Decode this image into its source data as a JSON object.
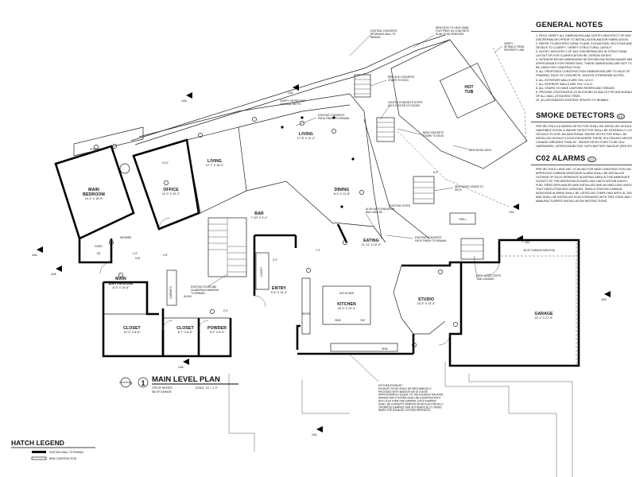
{
  "title_block": {
    "plan_title": "MAIN LEVEL PLAN",
    "plan_number": "1",
    "north_label": "N",
    "heated": "2793 SF HEATED",
    "garage_sf": "561 SF GARAGE",
    "scale": "SCALE: 1/4\" = 1'-0\""
  },
  "hatch_legend": {
    "title": "HATCH LEGEND",
    "existing": "EXISTING WALL TO REMAIN",
    "new": "NEW CONSTRUCTION"
  },
  "general_notes": {
    "title": "GENERAL NOTES",
    "items": [
      "1. FIELD VERIFY ALL DIMENSIONS AND NOTIFY ARCHITECT OF ANY",
      "   DISCREPANCIES PRIOR TO INSTALLATION AND/OR FABRICATION.",
      "2. REFER TO ARCHITECTURAL PLANS, ELEVATIONS, SECTIONS AND",
      "   DETAILS TO CLARIFY / VERIFY STRUCTURAL LAYOUT.",
      "3. NOTIFY ARCHITECT OF ANY DISCREPANCIES IN STRUCTURAL",
      "   LAYOUT OR FOR CLARIFICATION RE: DESIGN INTENT.",
      "4. INTERIOR ROOM DIMENSIONS NOTED BELOW ROOM NAMES ARE",
      "   APPROXIMATE FOR PERMITTING. THESE DIMENSIONS ARE NOT TO",
      "   BE USED FOR CONSTRUCTION.",
      "5. ALL PROPOSED CONSTRUCTION DIMENSIONS ARE TO FACE OF",
      "   FRAMING, FACE OF CONCRETE, UNLESS OTHERWISE NOTED.",
      "6. ALL EXTERIOR WALLS ARE 2X6, U.N.O.",
      "7. ALL INTERIOR WALLS ARE 2X4, U.N.O.",
      "8. ALL STAIRS TO HAVE UNIFORM RISERS AND TREADS.",
      "9. PROVIDE CONTINUOUS 2X BLOCKING IN WALLS FOR ANCHORAGE",
      "   OF ALL WALL ATTACHED ITEMS.",
      "10. (E) DESIGNATES EXISTING SPACES TO REMAIN."
    ]
  },
  "smoke_detectors": {
    "title": "SMOKE DETECTORS",
    "symbol": "SD",
    "lines": [
      "PER IRC R314.3 A SMOKE DETECTOR SHALL BE INSTALLED IN EACH",
      "HABITABLE ROOM. A SMOKE DETECTOR SHALL BE CENTRALLY LOCA",
      "ON EACH FLOOR. AN ADDITIONAL SMOKE DETECTOR SHALL BE",
      "INSTALLED IN EACH LOCATION WHERE THERE IS A CEILING HEIGHT",
      "CHANGE GREATER THAN 24\". SMOKE DETECTORS TO BE 110v",
      "HARDWIRED, INTERCONNECTED, WITH BATTERY BACKUP (PER IRC R3"
    ]
  },
  "co2_alarms": {
    "title": "C02 ALARMS",
    "symbol": "CO",
    "lines": [
      "PER IRC R315.1 AND 'IMC' 07-50-062 FOR NEW CONSTRUCTION: AN",
      "APPROVED CARBON MONOXIDE ALARM SHALL BE INSTALLED",
      "OUTSIDE OF EACH SEPARATE SLEEPING AREA IN THE IMMEDIATE",
      "VICINITY OF THE BEDROOM IN DWELLING UNITS WITHIN WHICH",
      "FUEL-FIRED APPLIANCES ARE INSTALLED AND IN DWELLING UNITS",
      "THAT HAVE ATTACHED GARAGES. SINGLE STATION CARBON",
      "MONOXIDE ALARMS SHALL BE LISTED AS COMPLYING WITH UL 2034",
      "AND SHALL BE INSTALLED IN ACCORDANCE WITH THIS CODE AND TH",
      "MANUFACTURER'S INSTALLATION INSTRUCTIONS."
    ]
  },
  "rooms": {
    "main_bedroom": {
      "name": "MAIN\nBEDROOM",
      "l1": "MAIN",
      "l2": "BEDROOM",
      "dim": "14'-2\" X 16'-9\""
    },
    "office": {
      "name": "OFFICE",
      "dim": "10'-2\" X 10'-2\""
    },
    "living": {
      "name": "LIVING",
      "dim": "12'-7\" X 16'-0\""
    },
    "living_e": {
      "name": "LIVING",
      "dim": "17'-8\" X 11'-2\""
    },
    "dining": {
      "name": "DINING",
      "dim": "8'-0\" X 11'-8\""
    },
    "bar": {
      "name": "BAR",
      "dim": "7'-10\" X 9'-4\""
    },
    "eating": {
      "name": "EATING",
      "dim": "11'-11\" X 10'-0\""
    },
    "entry": {
      "name": "ENTRY",
      "dim": "9'-6\" X 14'-3\""
    },
    "kitchen": {
      "name": "KITCHEN",
      "dim": "16'-0\" X 10'-4\""
    },
    "studio": {
      "name": "STUDIO",
      "dim": "15'-4\" X 13'-4\""
    },
    "garage": {
      "name": "GARAGE",
      "dim": "22'-1\" X 27'-9\""
    },
    "main_bathroom": {
      "l1": "MAIN",
      "l2": "BATHROOM",
      "dim": "8'-0\" X 10'-6\""
    },
    "closet1": {
      "name": "CLOSET",
      "dim": "10'-2\" X 8'-8\""
    },
    "closet2": {
      "name": "CLOSET",
      "dim": "8'-7\" X 8'-6\""
    },
    "powder": {
      "name": "POWDER",
      "dim": "5'-0\" X 6'-0\""
    },
    "hot_tub": {
      "l1": "HOT",
      "l2": "TUB"
    }
  },
  "labels": {
    "egress": "EGRESS",
    "shower": "SHOWER",
    "euro": "EURO",
    "sg": "SG",
    "clr": "CLR",
    "closet_small": "CLOSET",
    "cabinets": "CABINETS",
    "align": "ALIGN",
    "eat_at_bar": "EAT AT BAR",
    "uc_refer": "UC\nREFER",
    "refer": "REFER",
    "sink": "SINK",
    "dw": "DW",
    "grill": "GRILL",
    "uc_refer2": "UC\nREFER",
    "garage_addition": "3D GF GARAGE ADDITION",
    "dim_6_0": "6'-0\"",
    "dim_7_0": "7'-0\"",
    "dim_10_0": "10'-0\"",
    "dim_2_9": "2'-9\"",
    "dim_2_0": "2'-0\"",
    "dim_3_0": "3'-0\"",
    "dim_2_8": "2'-8\""
  },
  "callouts": {
    "c1": "EXISTING CONCRETE\nRETAINING WALL TO\nREMAIN.",
    "c2": "NEW DECK TO HAVE SAME\nFOOTPRINT AS CONCRETE\nSLAB TO BE REMOVED",
    "c3": "VERIFY\nSETBACK FROM\nPROPERTY LINE",
    "c4": "REPLACE CONCRETE\nSTAIRS TO DECK",
    "c5": "EXISTING CONCRETE\nPATIO FINISH TO REMAIN.",
    "c6": "VERIFY OR PROVIDE\n2X6 WALL DEPTH",
    "c7": "CENTER CONCRETE STEPS\nWITH CENTER OF DOORS",
    "c8": "NEW CONCRETE\nSTAIRS TO DECK",
    "c9": "NEW WOOD DECK",
    "c10": "NEW WOOD STAIRS TO\nDECK",
    "c11": "ALIGN W/ FOUNDATION\nWALL BELOW",
    "c12": "EXISTING STEPS",
    "c13": "EXISTING CONCRETE\nPATIO FINISH TO REMAIN.",
    "c14": "NEW WOOD STEPS\nAND LANDING",
    "c15": "EXISTING STAIR AND\nGUARDRAIL/HANDRAIL\nTO REMAIN",
    "c16": "KITCHEN EXHAUST:\nEXHAUST HOOD SHALL BE MECHANICALLY\nPROVIDED WITH MAKEUP AIR AT A RATE\nAPPROXIMATELY EQUAL TO THE EXHAUST AIR RATE.\nMAKEUP AIR SYSTEMS SHALL BE EQUIPPED WITH\nNOT LESS THAN ONE DAMPER. EACH DAMPER\nSHALL BE A GRAVITY DAMPER OR AN ELECTRICALLY\nOPERATED DAMPER THAT AUTOMATICALLY OPENS\nWHEN THE EXHAUST SYSTEM OPERATES."
  },
  "section_marks": {
    "m1": "1/A3",
    "m2": "1/A6",
    "m3": "2/A6",
    "m4": "3/A6",
    "m5": "1/A4",
    "m6": "1/A7",
    "m7": "2/A5",
    "m8": "1/A5",
    "m9": "2/A4"
  }
}
